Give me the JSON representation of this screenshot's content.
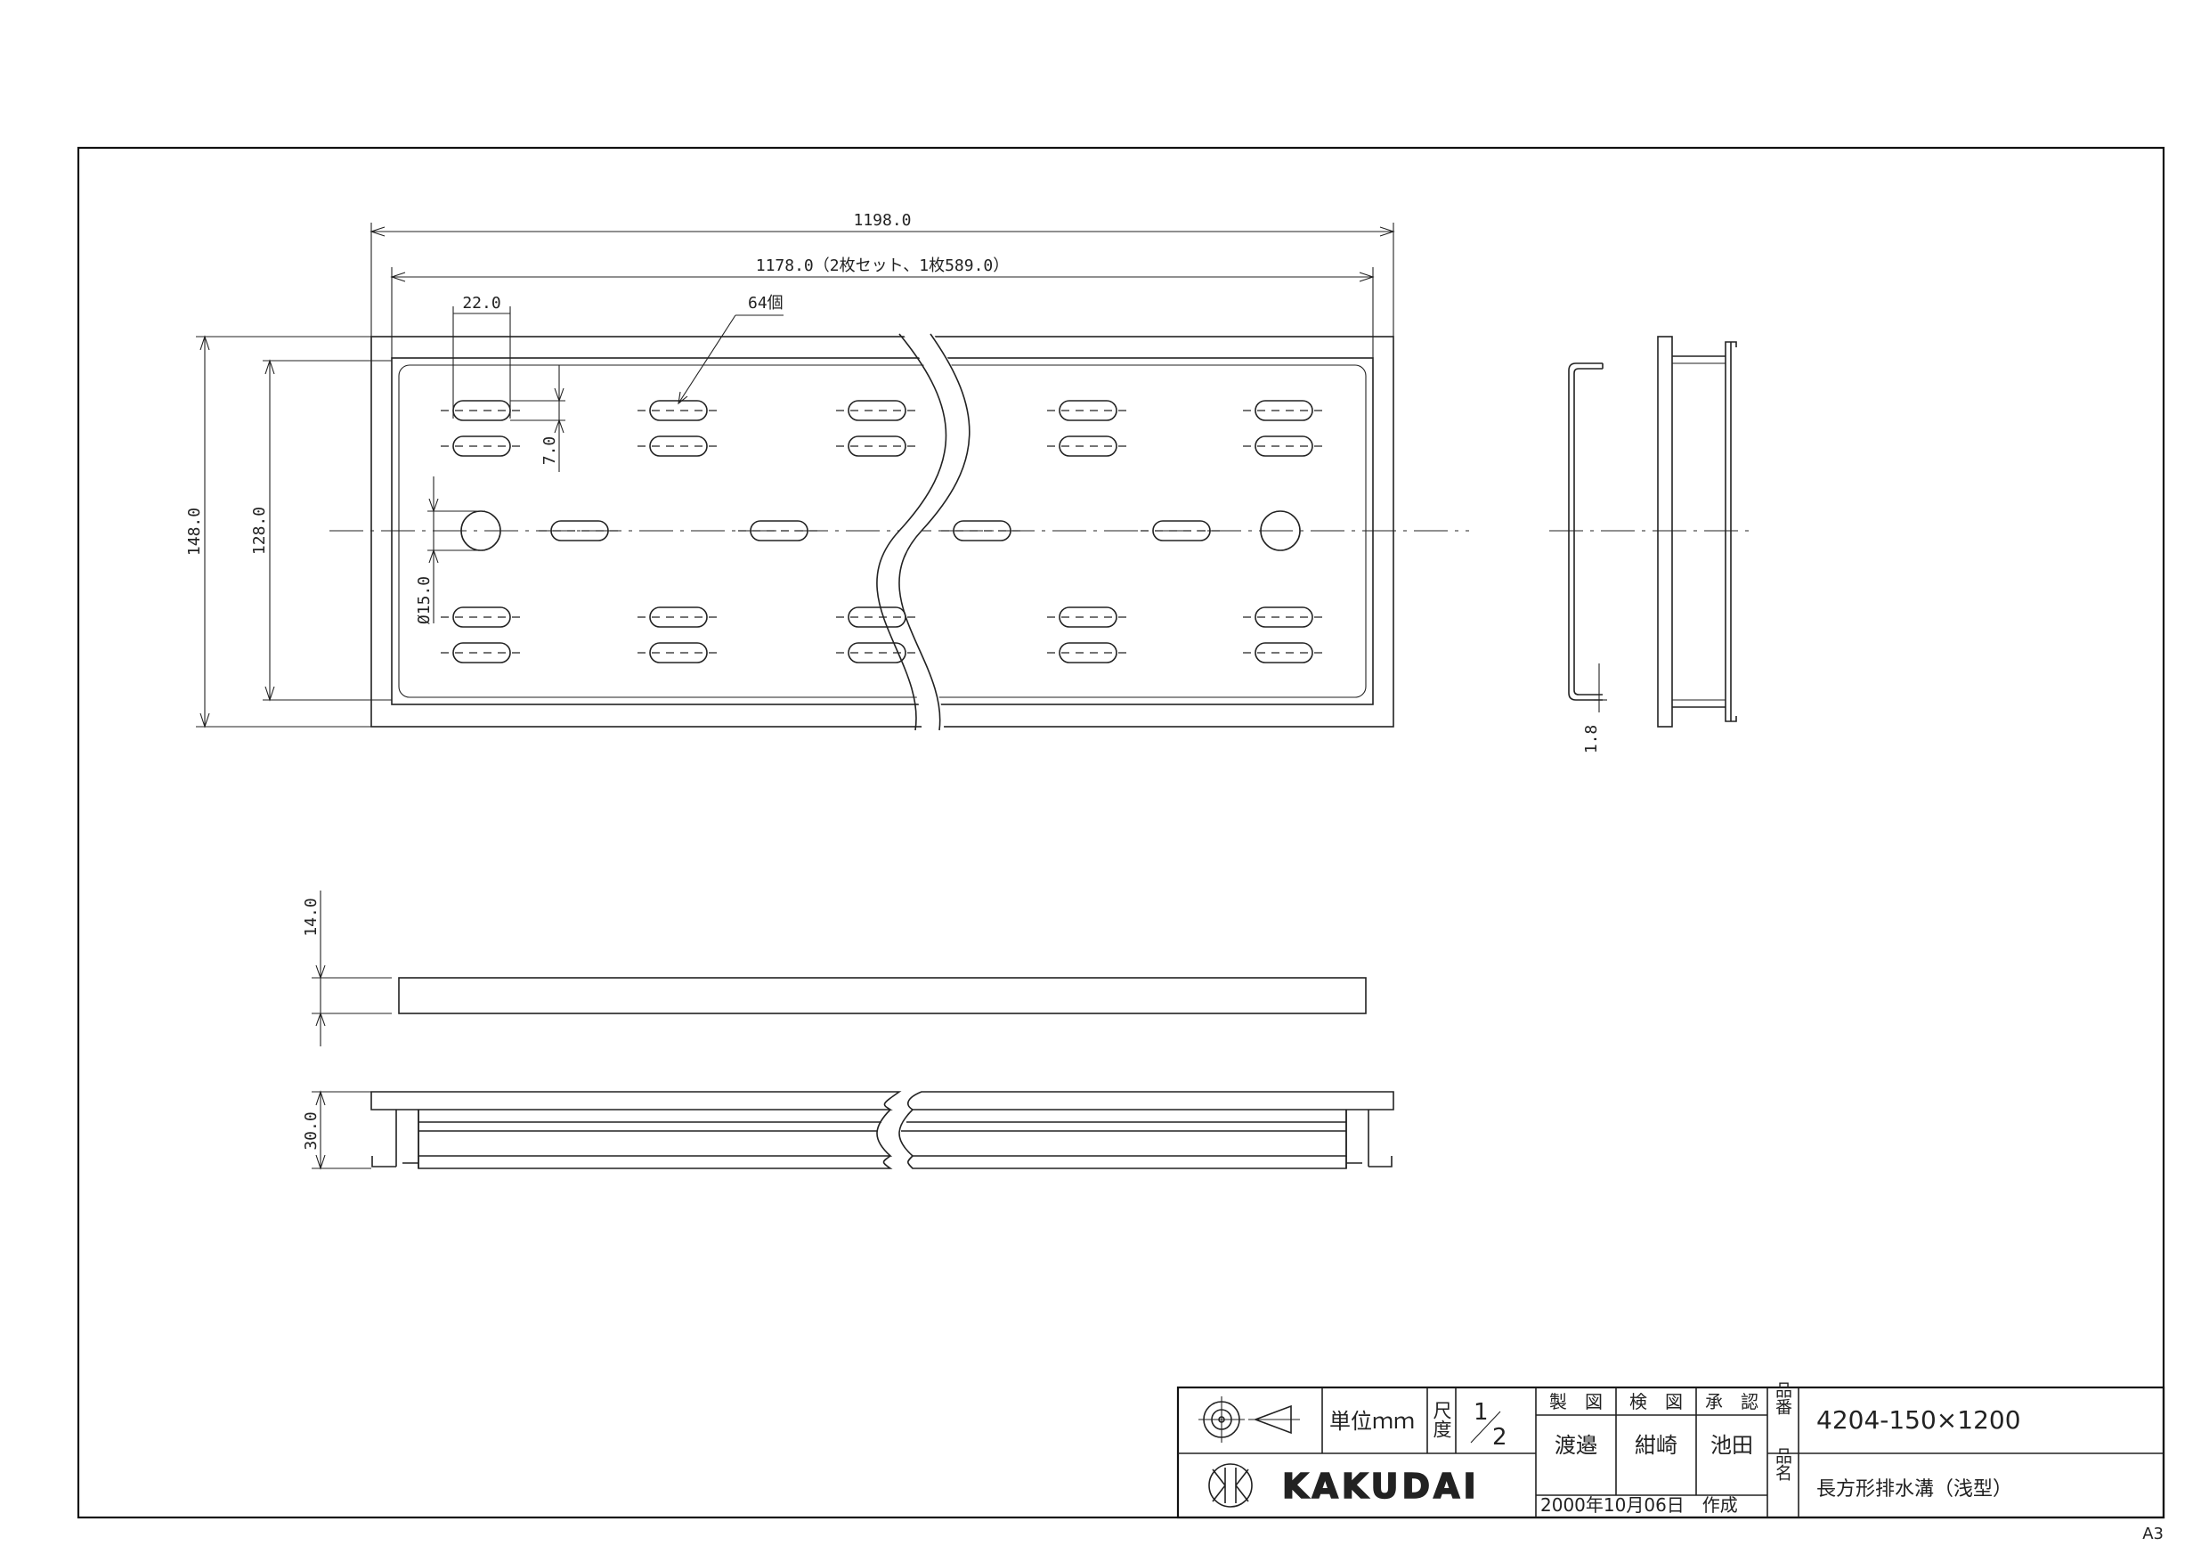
{
  "dimensions": {
    "overall_length": "1198.0",
    "plate_length": "1178.0（2枚セット、1枚589.0）",
    "slot_length": "22.0",
    "hole_count": "64個",
    "slot_width": "7.0",
    "outer_width": "148.0",
    "inner_width": "128.0",
    "hole_diameter": "Ø15.0",
    "wall_thickness": "1.8",
    "plate_thickness": "14.0",
    "frame_height": "30.0"
  },
  "title_block": {
    "unit_label": "単位ｍｍ",
    "scale_label": "尺度",
    "scale_num": "1",
    "scale_den": "2",
    "drawn_header": "製　図",
    "checked_header": "検　図",
    "approved_header": "承　認",
    "drawn_by": "渡邉",
    "checked_by": "紺崎",
    "approved_by": "池田",
    "part_no_label": "品番",
    "part_no": "4204-150×1200",
    "part_name_label": "品名",
    "part_name": "長方形排水溝（浅型）",
    "date": "2000年10月06日　作成",
    "brand": "KAKUDAI"
  },
  "sheet_size": "A3"
}
